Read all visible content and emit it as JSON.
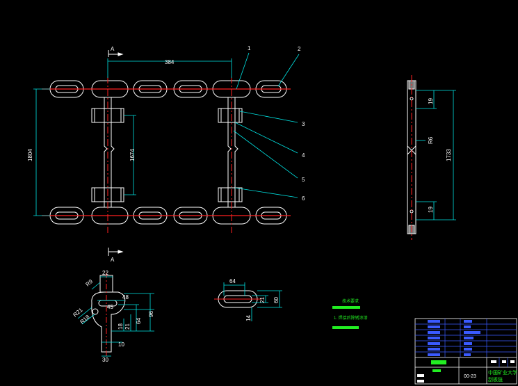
{
  "drawing": {
    "section_marks": [
      "A",
      "A"
    ],
    "dims_main": {
      "top": "384",
      "left": "1804",
      "middle": "1674"
    },
    "callouts": [
      "1",
      "2",
      "3",
      "4",
      "5",
      "6"
    ],
    "dims_side": {
      "top": "19",
      "mid": "R6",
      "bottom": "19",
      "overall": "1733"
    },
    "dims_detail_left": [
      "22",
      "R9",
      "48",
      "R21",
      "R18",
      "45",
      "18",
      "21",
      "64",
      "96",
      "10",
      "30"
    ],
    "dims_detail_link": {
      "length": "64",
      "inner": "21",
      "outer": "60",
      "wire": "14"
    }
  },
  "legend": {
    "line1": "技术要求",
    "line2": "1. 焊接后除锈涂漆"
  },
  "title_block": {
    "drawing_no": "00-23",
    "school": "中国矿业大学",
    "project": "刮板链"
  },
  "colors": {
    "outline": "#ffffff",
    "center": "#ff2020",
    "dimension": "#00e5e5",
    "green": "#22ee22",
    "blue": "#3a5aff"
  }
}
